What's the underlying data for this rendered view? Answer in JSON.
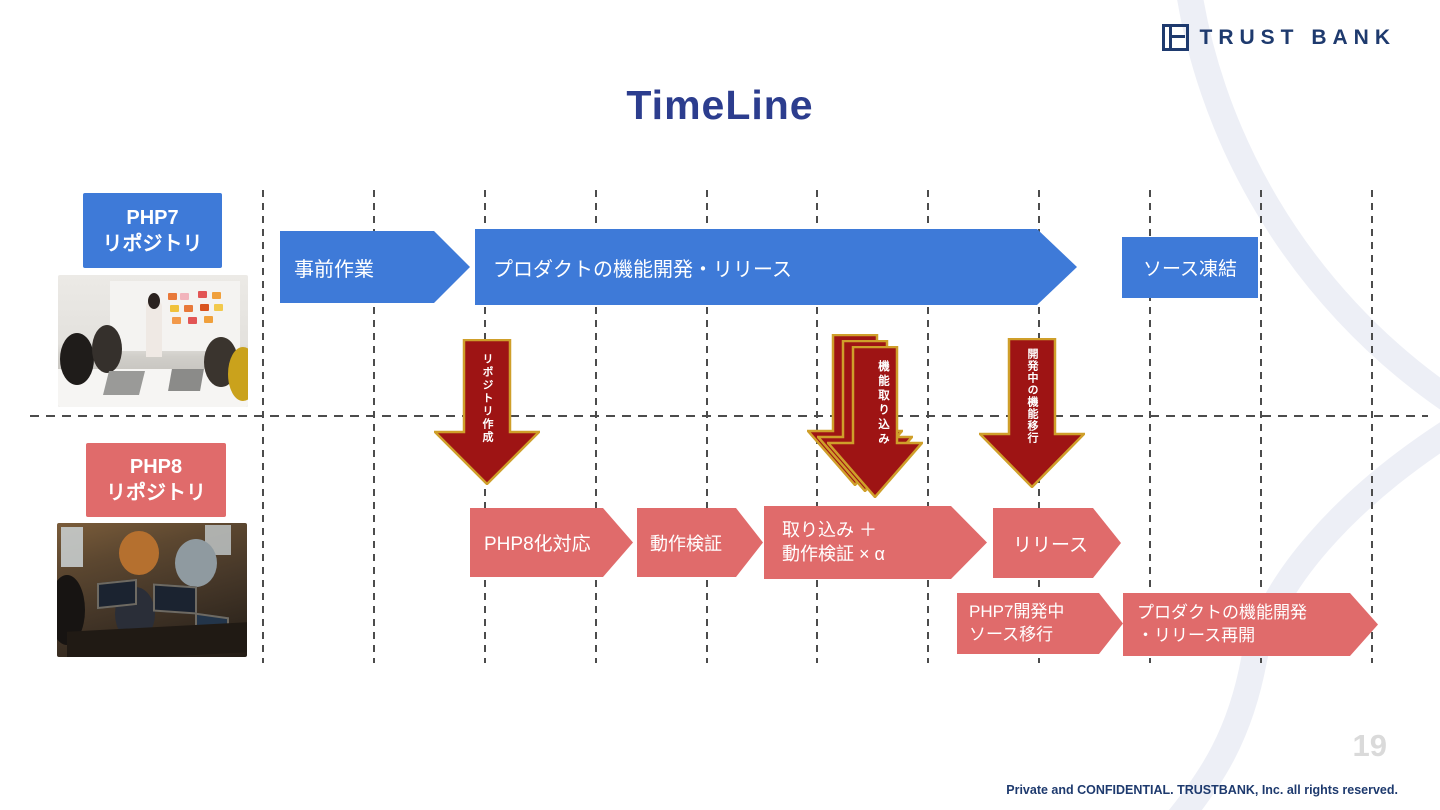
{
  "logo": {
    "brand": "TRUST BANK"
  },
  "header": {
    "title": "TimeLine"
  },
  "lanes": {
    "php7": {
      "line1": "PHP7",
      "line2": "リポジトリ"
    },
    "php8": {
      "line1": "PHP8",
      "line2": "リポジトリ"
    }
  },
  "php7_steps": {
    "pre_work": "事前作業",
    "feature_dev": "プロダクトの機能開発・リリース",
    "source_freeze": "ソース凍結"
  },
  "transfer_arrows": {
    "repo_create": "リポジトリ作成",
    "feature_import": "機能取り込み",
    "dev_feature_move": "開発中の機能移行"
  },
  "php8_steps": {
    "php8_conversion": "PHP8化対応",
    "behavior_check": "動作検証",
    "import_line1": "取り込み ＋",
    "import_line2": "動作検証 × α",
    "release": "リリース",
    "php7_move_line1": "PHP7開発中",
    "php7_move_line2": "ソース移行",
    "resume_line1": "プロダクトの機能開発",
    "resume_line2": "・リリース再開"
  },
  "footer": {
    "page_number": "19",
    "confidential": "Private and  CONFIDENTIAL. TRUSTBANK, Inc. all rights reserved."
  },
  "colors": {
    "accent_blue": "#3e7ad8",
    "accent_salmon": "#e06b6b",
    "arrow_dark_red": "#9e1414",
    "arrow_gold_border": "#cf9f2a",
    "brand_navy": "#1e3a6e",
    "title_navy": "#2c3d8e"
  }
}
